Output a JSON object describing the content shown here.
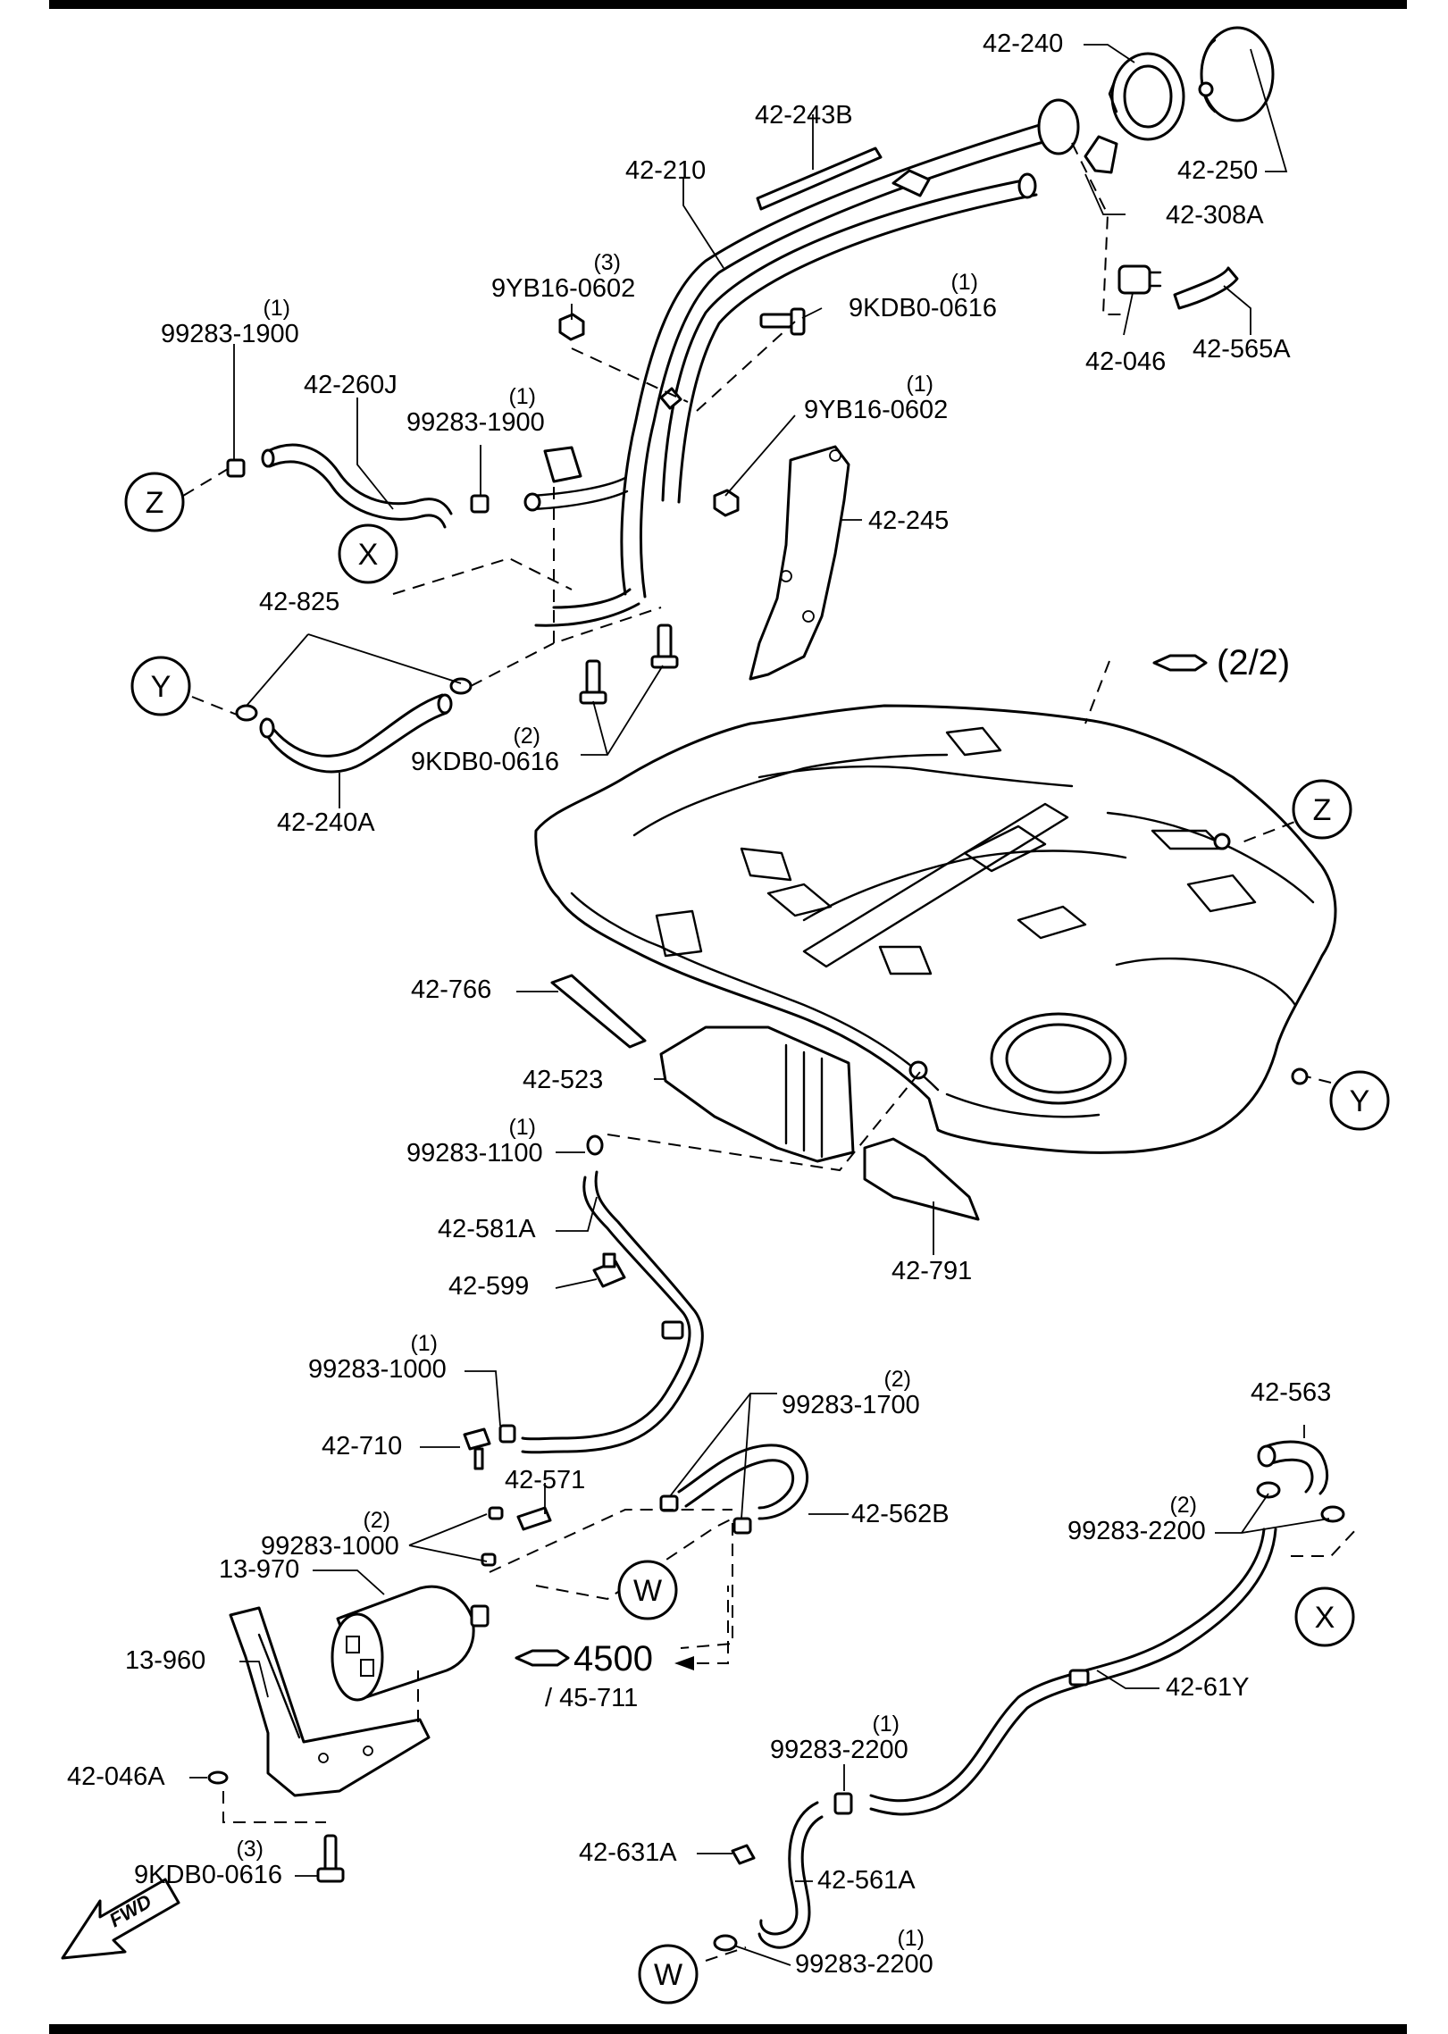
{
  "labels": [
    {
      "id": "42-240",
      "text": "42-240",
      "qty": ""
    },
    {
      "id": "42-243B",
      "text": "42-243B",
      "qty": ""
    },
    {
      "id": "42-210",
      "text": "42-210",
      "qty": ""
    },
    {
      "id": "42-250",
      "text": "42-250",
      "qty": ""
    },
    {
      "id": "42-308A",
      "text": "42-308A",
      "qty": ""
    },
    {
      "id": "9YB16-0602-a",
      "text": "9YB16-0602",
      "qty": "(3)"
    },
    {
      "id": "9KDB0-0616-a",
      "text": "9KDB0-0616",
      "qty": "(1)"
    },
    {
      "id": "99283-1900-a",
      "text": "99283-1900",
      "qty": "(1)"
    },
    {
      "id": "42-260J",
      "text": "42-260J",
      "qty": ""
    },
    {
      "id": "99283-1900-b",
      "text": "99283-1900",
      "qty": "(1)"
    },
    {
      "id": "9YB16-0602-b",
      "text": "9YB16-0602",
      "qty": "(1)"
    },
    {
      "id": "42-046",
      "text": "42-046",
      "qty": ""
    },
    {
      "id": "42-565A",
      "text": "42-565A",
      "qty": ""
    },
    {
      "id": "42-245",
      "text": "42-245",
      "qty": ""
    },
    {
      "id": "42-825",
      "text": "42-825",
      "qty": ""
    },
    {
      "id": "9KDB0-0616-b",
      "text": "9KDB0-0616",
      "qty": "(2)"
    },
    {
      "id": "42-240A",
      "text": "42-240A",
      "qty": ""
    },
    {
      "id": "42-766",
      "text": "42-766",
      "qty": ""
    },
    {
      "id": "42-523",
      "text": "42-523",
      "qty": ""
    },
    {
      "id": "99283-1100",
      "text": "99283-1100",
      "qty": "(1)"
    },
    {
      "id": "42-581A",
      "text": "42-581A",
      "qty": ""
    },
    {
      "id": "42-599",
      "text": "42-599",
      "qty": ""
    },
    {
      "id": "42-791",
      "text": "42-791",
      "qty": ""
    },
    {
      "id": "99283-1000-a",
      "text": "99283-1000",
      "qty": "(1)"
    },
    {
      "id": "99283-1700",
      "text": "99283-1700",
      "qty": "(2)"
    },
    {
      "id": "42-563",
      "text": "42-563",
      "qty": ""
    },
    {
      "id": "42-710",
      "text": "42-710",
      "qty": ""
    },
    {
      "id": "42-571",
      "text": "42-571",
      "qty": ""
    },
    {
      "id": "42-562B",
      "text": "42-562B",
      "qty": ""
    },
    {
      "id": "99283-2200-a",
      "text": "99283-2200",
      "qty": "(2)"
    },
    {
      "id": "99283-1000-b",
      "text": "99283-1000",
      "qty": "(2)"
    },
    {
      "id": "13-970",
      "text": "13-970",
      "qty": ""
    },
    {
      "id": "13-960",
      "text": "13-960",
      "qty": ""
    },
    {
      "id": "42-61Y",
      "text": "42-61Y",
      "qty": ""
    },
    {
      "id": "42-046A",
      "text": "42-046A",
      "qty": ""
    },
    {
      "id": "9KDB0-0616-c",
      "text": "9KDB0-0616",
      "qty": "(3)"
    },
    {
      "id": "99283-2200-b",
      "text": "99283-2200",
      "qty": "(1)"
    },
    {
      "id": "42-631A",
      "text": "42-631A",
      "qty": ""
    },
    {
      "id": "42-561A",
      "text": "42-561A",
      "qty": ""
    },
    {
      "id": "99283-2200-c",
      "text": "99283-2200",
      "qty": "(1)"
    }
  ],
  "references": [
    {
      "id": "page-ref",
      "text": "(2/2)"
    },
    {
      "id": "ref-4500",
      "text": "4500"
    },
    {
      "id": "ref-45-711",
      "text": "/ 45-711"
    }
  ],
  "connectors": [
    "Z",
    "X",
    "Y",
    "Z",
    "Y",
    "W",
    "X",
    "W"
  ],
  "fwd_label": "FWD"
}
